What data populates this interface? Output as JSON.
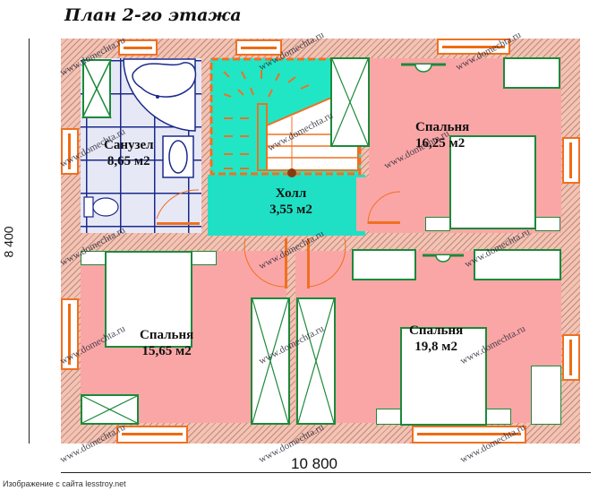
{
  "title": "План 2-го этажа",
  "dimensions": {
    "height_label": "8 400",
    "width_label": "10 800"
  },
  "rooms": [
    {
      "id": "bathroom",
      "name": "Санузел",
      "area": "8,65 м2"
    },
    {
      "id": "hall",
      "name": "Холл",
      "area": "3,55 м2"
    },
    {
      "id": "bedroom-ne",
      "name": "Спальня",
      "area": "16,25 м2"
    },
    {
      "id": "bedroom-sw",
      "name": "Спальня",
      "area": "15,65 м2"
    },
    {
      "id": "bedroom-se",
      "name": "Спальня",
      "area": "19,8 м2"
    }
  ],
  "watermark": "www.domechta.ru",
  "credit": "Изображение с сайта lesstroy.net",
  "colors": {
    "wall": "#f3c3b3",
    "bedroom": "#fba6a6",
    "hall": "#1fe0c4",
    "bathroom": "#e7e8f6",
    "furniture_outline": "#1b8a3a",
    "window_door": "#f07020"
  }
}
